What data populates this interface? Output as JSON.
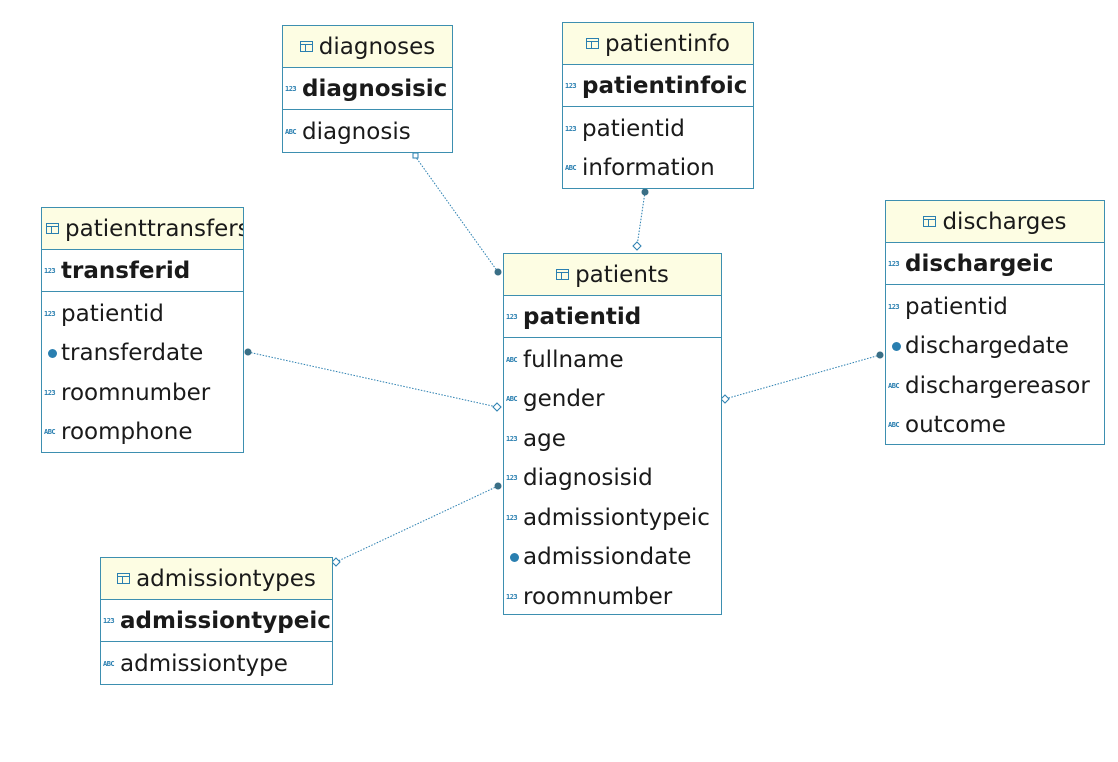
{
  "entities": {
    "diagnoses": {
      "name": "diagnoses",
      "pk": "diagnosisic",
      "columns": [
        {
          "name": "diagnosis",
          "type": "ABC"
        }
      ]
    },
    "patientinfo": {
      "name": "patientinfo",
      "pk": "patientinfoic",
      "columns": [
        {
          "name": "patientid",
          "type": "123"
        },
        {
          "name": "information",
          "type": "ABC"
        }
      ]
    },
    "patienttransfers": {
      "name": "patienttransfers",
      "pk": "transferid",
      "columns": [
        {
          "name": "patientid",
          "type": "123"
        },
        {
          "name": "transferdate",
          "type": "date"
        },
        {
          "name": "roomnumber",
          "type": "123"
        },
        {
          "name": "roomphone",
          "type": "ABC"
        }
      ]
    },
    "patients": {
      "name": "patients",
      "pk": "patientid",
      "columns": [
        {
          "name": "fullname",
          "type": "ABC"
        },
        {
          "name": "gender",
          "type": "ABC"
        },
        {
          "name": "age",
          "type": "123"
        },
        {
          "name": "diagnosisid",
          "type": "123"
        },
        {
          "name": "admissiontypeic",
          "type": "123"
        },
        {
          "name": "admissiondate",
          "type": "date"
        },
        {
          "name": "roomnumber",
          "type": "123"
        }
      ]
    },
    "discharges": {
      "name": "discharges",
      "pk": "dischargeic",
      "columns": [
        {
          "name": "patientid",
          "type": "123"
        },
        {
          "name": "dischargedate",
          "type": "date"
        },
        {
          "name": "dischargereasor",
          "type": "ABC"
        },
        {
          "name": "outcome",
          "type": "ABC"
        }
      ]
    },
    "admissiontypes": {
      "name": "admissiontypes",
      "pk": "admissiontypeic",
      "columns": [
        {
          "name": "admissiontype",
          "type": "ABC"
        }
      ]
    }
  },
  "type_icon_text": {
    "ABC": "ABC",
    "123": "123"
  },
  "colors": {
    "border": "#3d8fb0",
    "header_bg": "#fdfde3",
    "connector": "#2a7fb0",
    "icon": "#2a7fb0"
  }
}
